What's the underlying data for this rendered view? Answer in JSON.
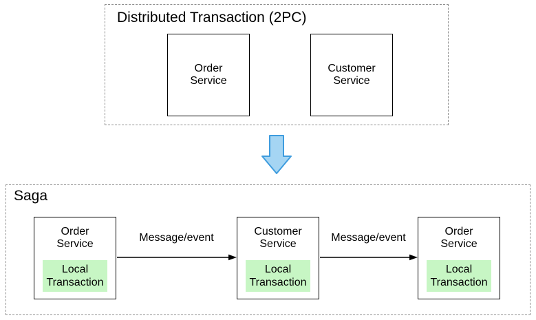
{
  "colors": {
    "background": "#ffffff",
    "dashed_border": "#8f8f8f",
    "solid_border": "#000000",
    "text": "#000000",
    "local_transaction_fill": "#c7f6c4",
    "blue_arrow_fill": "#a5d5f3",
    "blue_arrow_stroke": "#3e9cde",
    "message_arrow": "#000000"
  },
  "icons": {
    "transition_arrow": "down-block-arrow-icon"
  },
  "two_pc_group": {
    "title": "Distributed Transaction (2PC)",
    "services": [
      {
        "label": "Order\nService"
      },
      {
        "label": "Customer\nService"
      }
    ]
  },
  "saga_group": {
    "title": "Saga",
    "services": [
      {
        "label": "Order\nService",
        "local_transaction_label": "Local\nTransaction"
      },
      {
        "label": "Customer\nService",
        "local_transaction_label": "Local\nTransaction"
      },
      {
        "label": "Order\nService",
        "local_transaction_label": "Local\nTransaction"
      }
    ],
    "message_arrows": [
      {
        "label": "Message/event"
      },
      {
        "label": "Message/event"
      }
    ]
  }
}
